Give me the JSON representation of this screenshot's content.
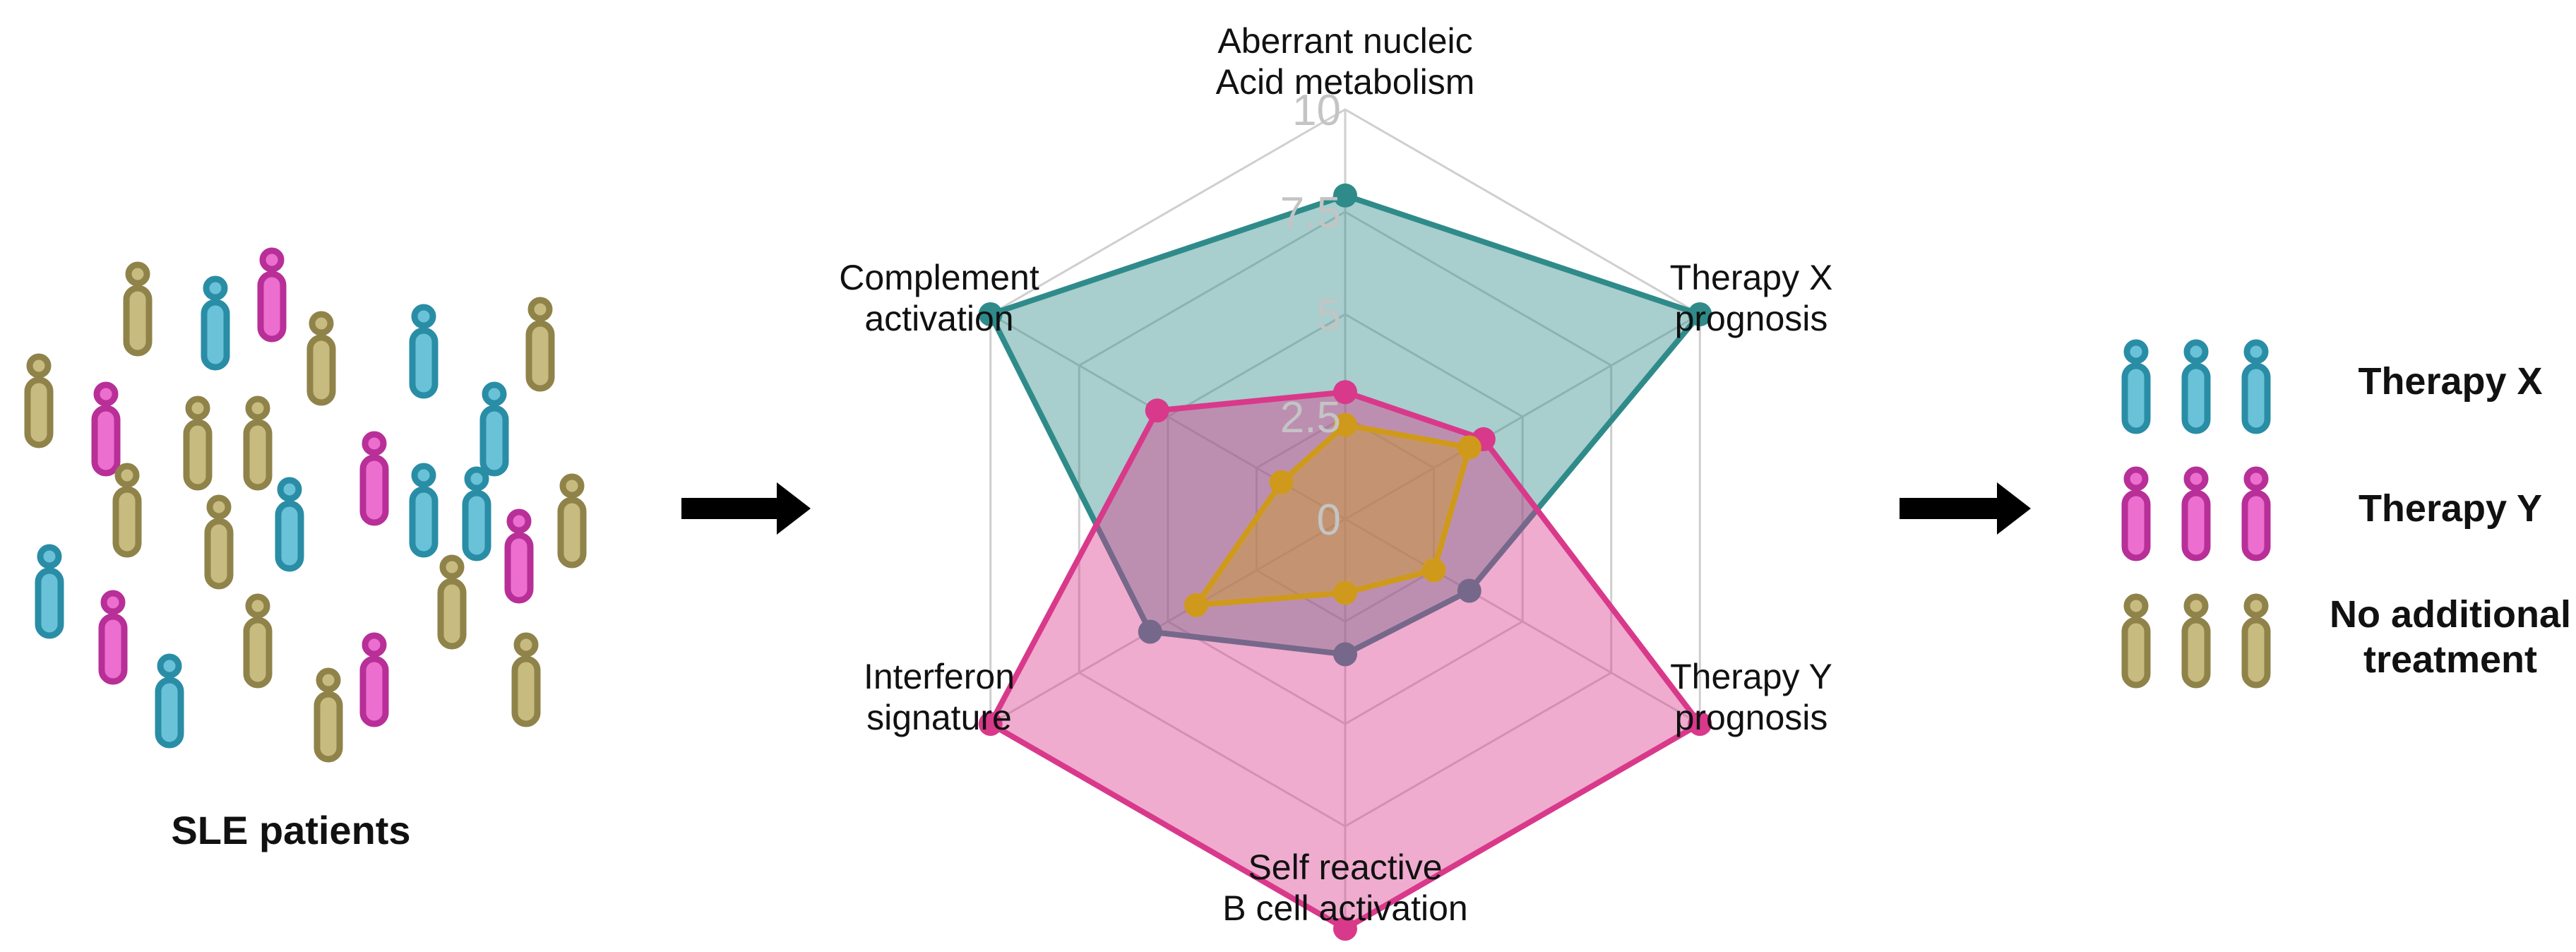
{
  "left_panel": {
    "caption": "SLE patients"
  },
  "radar": {
    "ticks": [
      "0",
      "2.5",
      "5",
      "7.5",
      "10"
    ],
    "max": 10,
    "axes": [
      {
        "lines": [
          "Aberrant nucleic",
          "Acid metabolism"
        ]
      },
      {
        "lines": [
          "Therapy X",
          "prognosis"
        ]
      },
      {
        "lines": [
          "Therapy Y",
          "prognosis"
        ]
      },
      {
        "lines": [
          "Self reactive",
          "B cell activation"
        ]
      },
      {
        "lines": [
          "Interferon",
          "signature"
        ]
      },
      {
        "lines": [
          "Complement",
          "activation"
        ]
      }
    ],
    "series": [
      {
        "color": "#2f8b8a",
        "values": [
          7.9,
          10,
          3.5,
          3.3,
          5.5,
          10
        ]
      },
      {
        "color": "#d9398a",
        "values": [
          3.1,
          3.9,
          10,
          10,
          10,
          5.3
        ]
      },
      {
        "color": "#cf9a1b",
        "values": [
          2.3,
          3.5,
          2.5,
          1.8,
          4.2,
          1.8
        ]
      }
    ]
  },
  "legend": {
    "items": [
      {
        "label_lines": [
          "Therapy X"
        ],
        "color": "#2a8da6",
        "fill": "#6ac2d9"
      },
      {
        "label_lines": [
          "Therapy Y"
        ],
        "color": "#b82f98",
        "fill": "#ec6fd0"
      },
      {
        "label_lines": [
          "No additional",
          "treatment"
        ],
        "color": "#8f8349",
        "fill": "#c8bb80"
      }
    ]
  },
  "colors": {
    "blue": {
      "stroke": "#2a8da6",
      "fill": "#6ac2d9"
    },
    "magenta": {
      "stroke": "#b82f98",
      "fill": "#ec6fd0"
    },
    "olive": {
      "stroke": "#8f8349",
      "fill": "#c8bb80"
    },
    "arrow": "#000000",
    "grid": "#cfcfcf"
  },
  "icons": [
    "person-figure-icon",
    "right-arrow-icon"
  ]
}
